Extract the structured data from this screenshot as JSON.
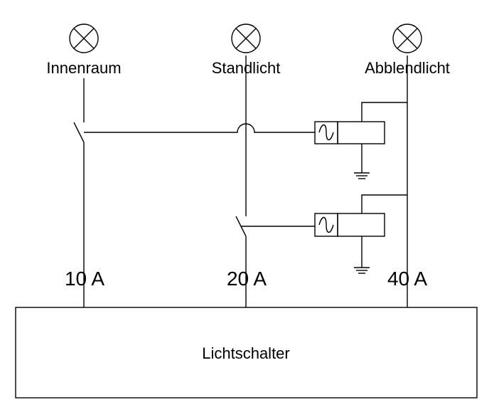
{
  "lamps": {
    "innenraum": "Innenraum",
    "standlicht": "Standlicht",
    "abblendlicht": "Abblendlicht"
  },
  "fuses": {
    "f10": "10 A",
    "f20": "20 A",
    "f40": "40 A"
  },
  "controller": {
    "label": "Lichtschalter"
  }
}
